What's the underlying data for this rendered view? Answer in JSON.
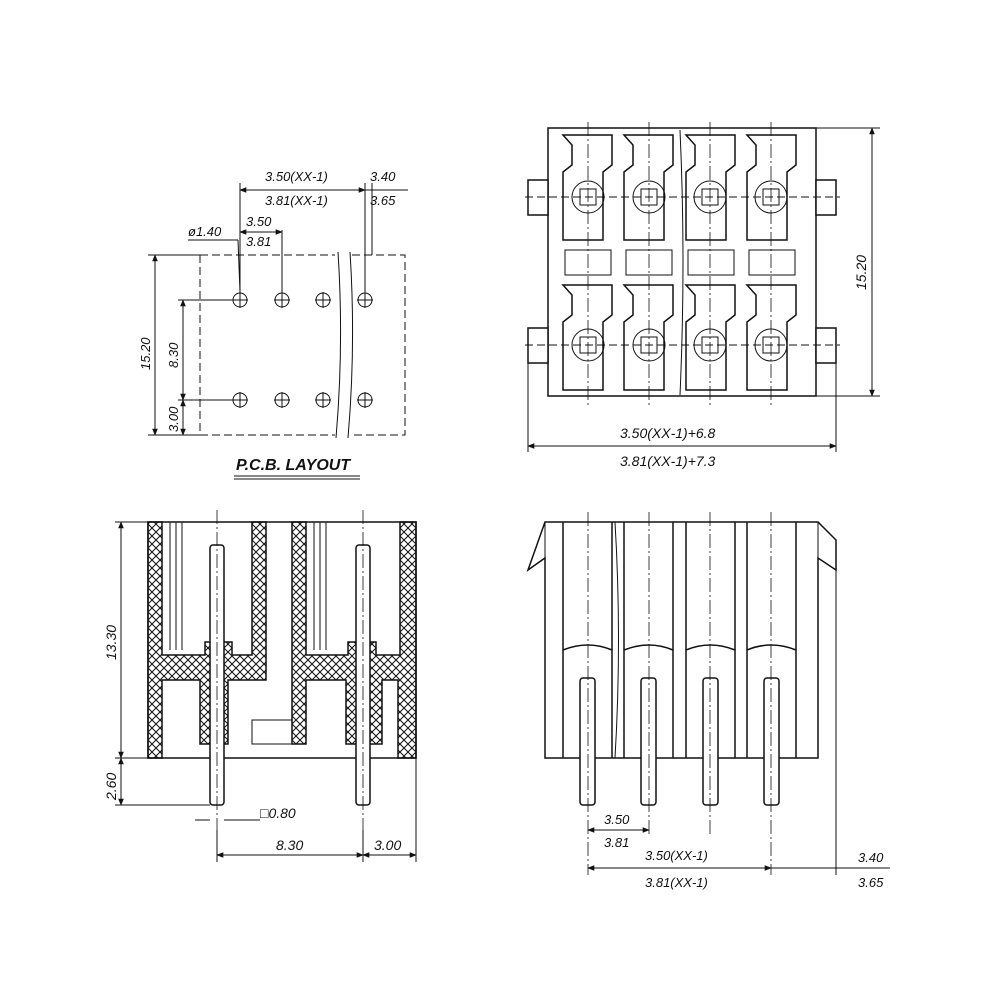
{
  "pcb_layout": {
    "title": "P.C.B. LAYOUT",
    "pitch_total_a": "3.50(XX-1)",
    "pitch_total_b": "3.81(XX-1)",
    "end_a": "3.40",
    "end_b": "3.65",
    "pitch_a": "3.50",
    "pitch_b": "3.81",
    "hole_dia": "ø1.40",
    "height_total": "15.20",
    "row_spacing": "8.30",
    "bottom_offset": "3.00"
  },
  "top_view": {
    "height": "15.20",
    "width_a": "3.50(XX-1)+6.8",
    "width_b": "3.81(XX-1)+7.3"
  },
  "side_view": {
    "height": "13.30",
    "pin_length": "2.60",
    "pin_square": "□0.80",
    "row_spacing": "8.30",
    "offset": "3.00"
  },
  "front_view": {
    "pitch_a": "3.50",
    "pitch_b": "3.81",
    "span_a": "3.50(XX-1)",
    "span_b": "3.81(XX-1)",
    "end_a": "3.40",
    "end_b": "3.65"
  }
}
